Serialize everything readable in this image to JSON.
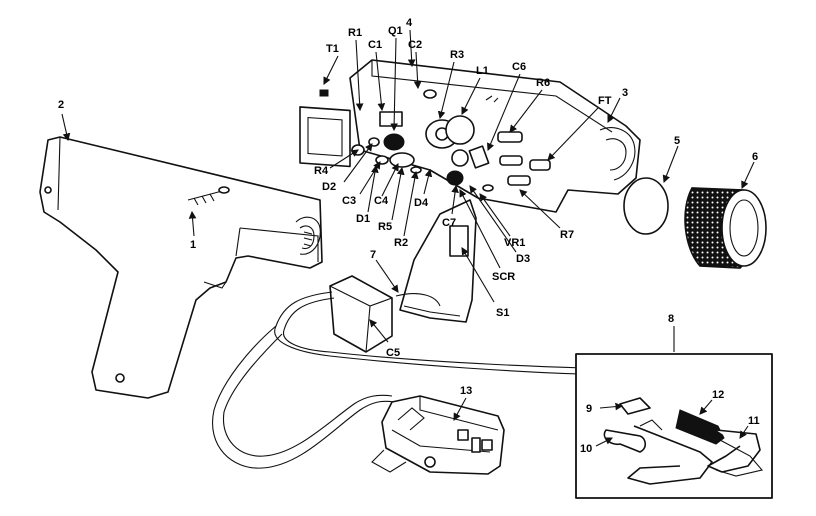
{
  "labels": {
    "p1": "1",
    "p2": "2",
    "p3": "3",
    "p4": "4",
    "p5": "5",
    "p6": "6",
    "p7": "7",
    "p8": "8",
    "p9": "9",
    "p10": "10",
    "p11": "11",
    "p12": "12",
    "p13": "13",
    "t1": "T1",
    "r1": "R1",
    "c1": "C1",
    "q1": "Q1",
    "c2": "C2",
    "r3": "R3",
    "l1": "L1",
    "c6": "C6",
    "r6": "R6",
    "ft": "FT",
    "r4": "R4",
    "d2": "D2",
    "c3": "C3",
    "c4": "C4",
    "d1": "D1",
    "r5": "R5",
    "r2": "R2",
    "d4": "D4",
    "c7": "C7",
    "vr1": "VR1",
    "r7": "R7",
    "d3": "D3",
    "scr": "SCR",
    "s1": "S1",
    "c5": "C5"
  }
}
